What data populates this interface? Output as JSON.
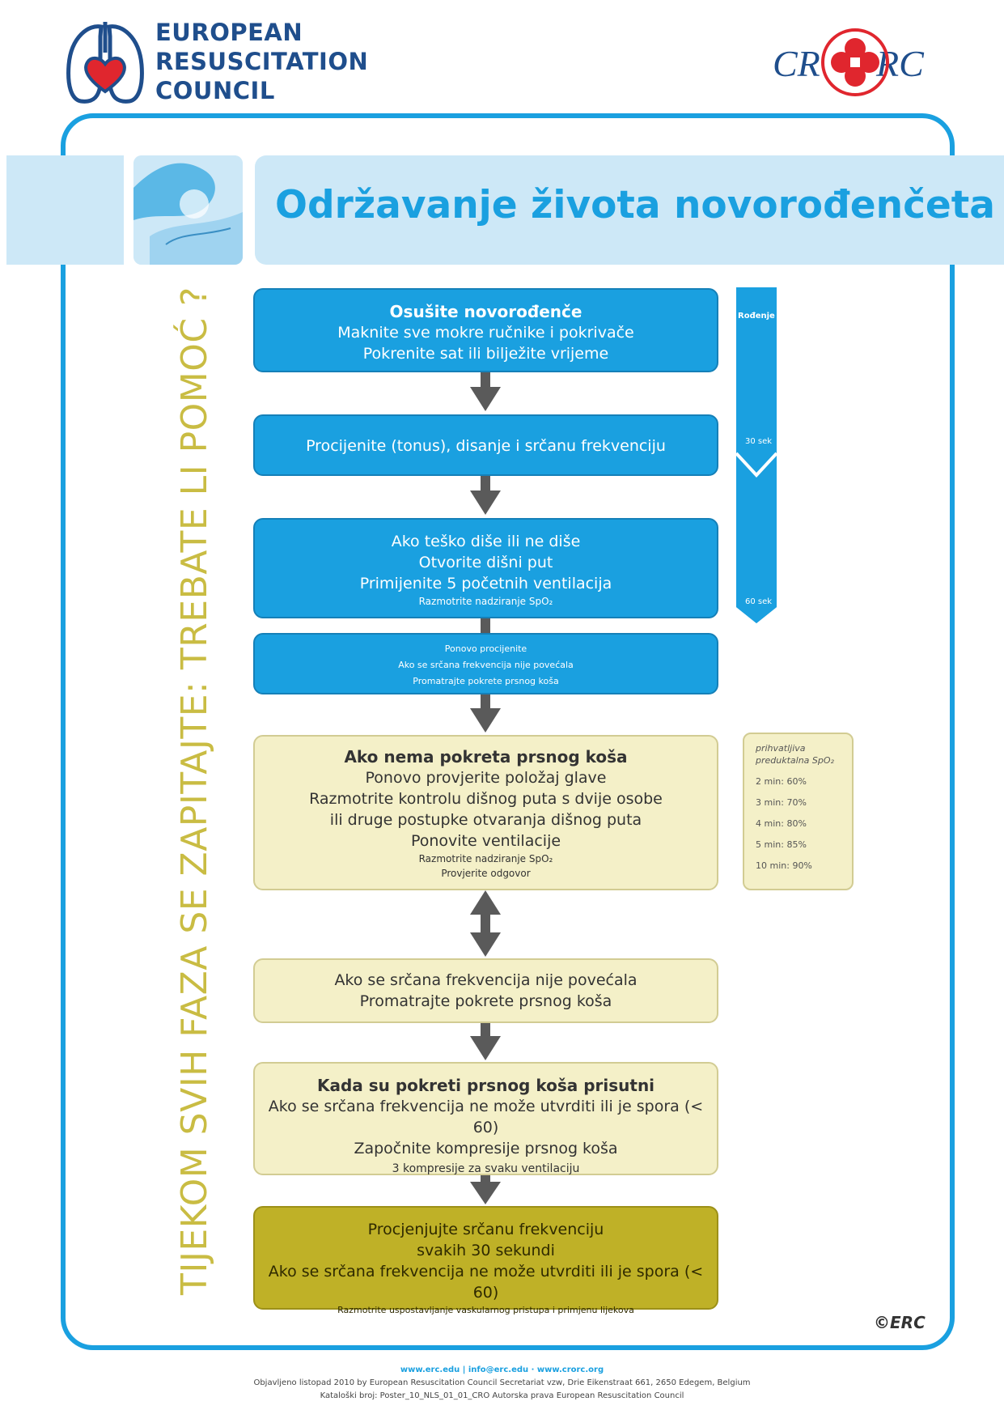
{
  "header": {
    "org_name_lines": [
      "EUROPEAN",
      "RESUSCITATION",
      "COUNCIL"
    ],
    "cro_logo_text": "CRORC"
  },
  "title": "Održavanje života novorođenčeta",
  "side_text": "TIJEKOM SVIH FAZA SE ZAPITAJTE: TREBATE LI POMOĆ ?",
  "timeline": {
    "birth": "Rođenje",
    "t30": "30 sek",
    "t60": "60 sek"
  },
  "steps": [
    {
      "title": "Osušite novorođenče",
      "lines": [
        "Maknite sve mokre ručnike i pokrivače",
        "Pokrenite sat ili bilježite vrijeme"
      ]
    },
    {
      "lines": [
        "Procijenite (tonus), disanje i srčanu frekvenciju"
      ]
    },
    {
      "lines": [
        "Ako teško diše ili ne diše",
        "Otvorite dišni put",
        "Primijenite 5 početnih ventilacija"
      ],
      "note": "Razmotrite nadziranje SpO₂"
    },
    {
      "lines": [
        "Ponovo procijenite",
        "Ako se srčana frekvencija nije povećala",
        "Promatrajte pokrete prsnog koša"
      ]
    },
    {
      "title": "Ako nema pokreta prsnog koša",
      "lines": [
        "Ponovo provjerite položaj glave",
        "Razmotrite kontrolu dišnog puta s dvije osobe",
        "ili druge postupke otvaranja dišnog puta",
        "Ponovite ventilacije"
      ],
      "notes": [
        "Razmotrite nadziranje SpO₂",
        "Provjerite odgovor"
      ]
    },
    {
      "lines": [
        "Ako se srčana frekvencija nije povećala",
        "Promatrajte pokrete prsnog koša"
      ]
    },
    {
      "title": "Kada su pokreti prsnog koša prisutni",
      "lines": [
        "Ako se srčana frekvencija ne može utvrditi ili je spora (< 60)",
        "Započnite kompresije prsnog koša"
      ],
      "note": "3 kompresije za svaku ventilaciju"
    },
    {
      "lines": [
        "Procjenjujte srčanu frekvenciju",
        "svakih 30 sekundi",
        "Ako se srčana frekvencija ne može utvrditi ili je spora (< 60)"
      ],
      "note": "Razmotrite uspostavljanje vaskularnog pristupa i primjenu lijekova"
    }
  ],
  "spo2": {
    "header_lines": [
      "prihvatljiva",
      "preduktalna SpO₂"
    ],
    "rows": [
      "2 min: 60%",
      "3 min: 70%",
      "4 min: 80%",
      "5 min: 85%",
      "10 min: 90%"
    ]
  },
  "signature": "©ERC",
  "footer": {
    "links": "www.erc.edu | info@erc.edu · www.crorc.org",
    "line1": "Objavljeno listopad 2010 by European Resuscitation Council Secretariat vzw, Drie Eikenstraat 661, 2650 Edegem, Belgium",
    "line2": "Kataloški broj: Poster_10_NLS_01_01_CRO  Autorska prava European Resuscitation Council"
  },
  "colors": {
    "blue": "#1aa0e0",
    "light_blue": "#cde8f7",
    "cream": "#f4f0c8",
    "olive": "#bfb127",
    "side_text": "#c9bc43",
    "arrow": "#5a5a5a"
  }
}
